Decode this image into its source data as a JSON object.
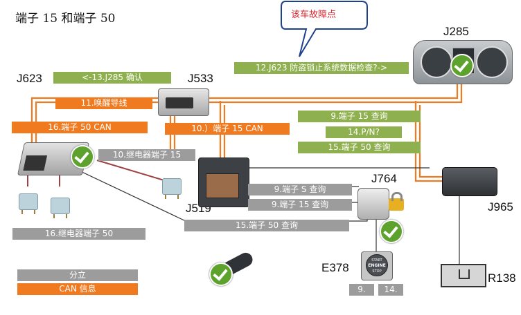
{
  "title": "端子 15 和端子 50",
  "callout": "该车故障点",
  "components": {
    "j285": "J285",
    "j623": "J623",
    "j533": "J533",
    "j519": "J519",
    "j764": "J764",
    "j965": "J965",
    "e378": "E378",
    "r138": "R138"
  },
  "labels": {
    "l12": "12.J623 防盗锁止系统数据检查?->",
    "l13": "<-13.J285 确认",
    "l11": "11.唤醒导线",
    "l16can": "16.端子 50 CAN",
    "l10can": "10.）端子 15 CAN",
    "l9t15a": "9.端子 15 查询",
    "l14pn": "14.P/N?",
    "l15t50a": "15.端子 50 查询",
    "l10relay": "10.继电器端子 15",
    "l9ts": "9.端子 S 查询",
    "l9t15b": "9.端子 15 查询",
    "l15t50b": "15.端子 50 查询",
    "l16relay": "16.继电器端子 50",
    "k9": "9.",
    "k14": "14."
  },
  "engine_button": {
    "line1": "START",
    "line2": "ENGINE",
    "line3": "STOP"
  },
  "legend": {
    "gray": "分立",
    "orange": "CAN 信息"
  },
  "colors": {
    "green_label": "#8fb04e",
    "can_orange": "#f07a1f",
    "discrete_gray": "#9c9c9c",
    "check_green": "#5ca22c",
    "callout_text": "#d9262c",
    "callout_border": "#1f3f8f"
  }
}
